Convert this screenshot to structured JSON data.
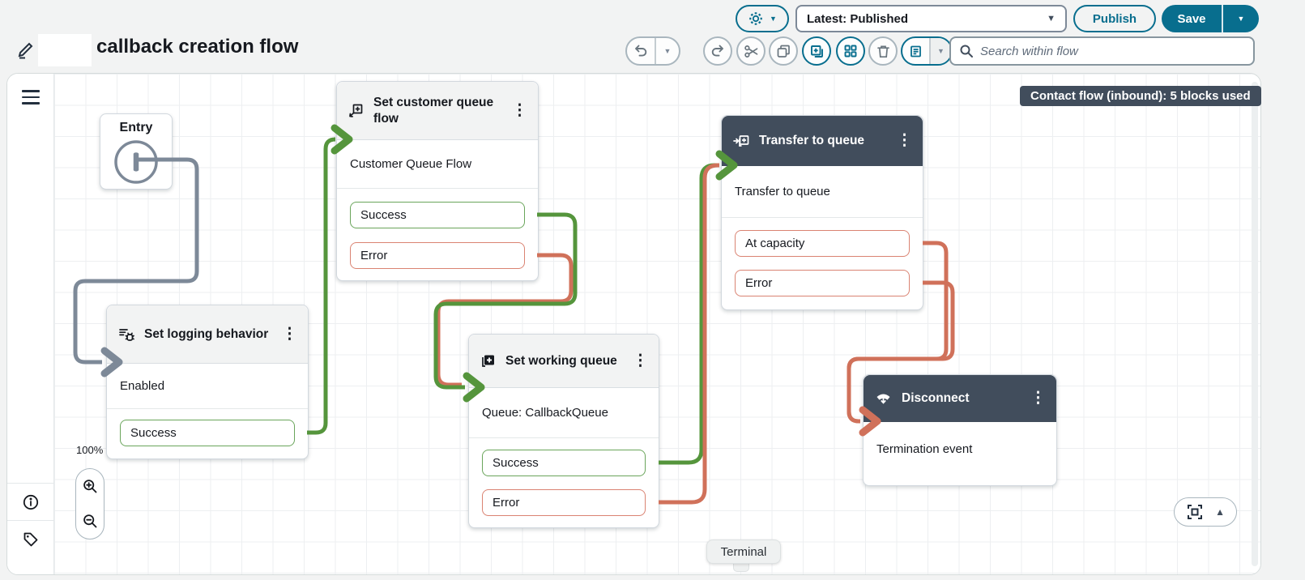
{
  "topbar": {
    "version_selector_value": "Latest: Published",
    "publish_button": "Publish",
    "save_button": "Save"
  },
  "title_row": {
    "flow_title": "callback creation flow"
  },
  "flow_toolbar": {
    "search_placeholder": "Search within flow"
  },
  "canvas": {
    "usage_badge": "Contact flow (inbound): 5 blocks used",
    "zoom_level": "100%",
    "terminal_tooltip": "Terminal"
  },
  "blocks": {
    "entry": {
      "title": "Entry"
    },
    "set_customer_queue_flow": {
      "title": "Set customer queue flow",
      "detail": "Customer Queue Flow",
      "outputs": [
        "Success",
        "Error"
      ]
    },
    "set_logging_behavior": {
      "title": "Set logging behavior",
      "detail": "Enabled",
      "outputs": [
        "Success"
      ]
    },
    "set_working_queue": {
      "title": "Set working queue",
      "detail": "Queue: CallbackQueue",
      "outputs": [
        "Success",
        "Error"
      ]
    },
    "transfer_to_queue": {
      "title": "Transfer to queue",
      "detail": "Transfer to queue",
      "outputs": [
        "At capacity",
        "Error"
      ]
    },
    "disconnect": {
      "title": "Disconnect",
      "detail": "Termination event"
    }
  },
  "icons": {
    "kebab": "⋮",
    "caret_down": "▼",
    "triangle_up": "▲"
  },
  "colors": {
    "accent": "#086e8e",
    "success_connector": "#55953c",
    "error_connector": "#d0715a",
    "neutral_connector": "#7d8998",
    "dark_header": "#414d5c"
  }
}
